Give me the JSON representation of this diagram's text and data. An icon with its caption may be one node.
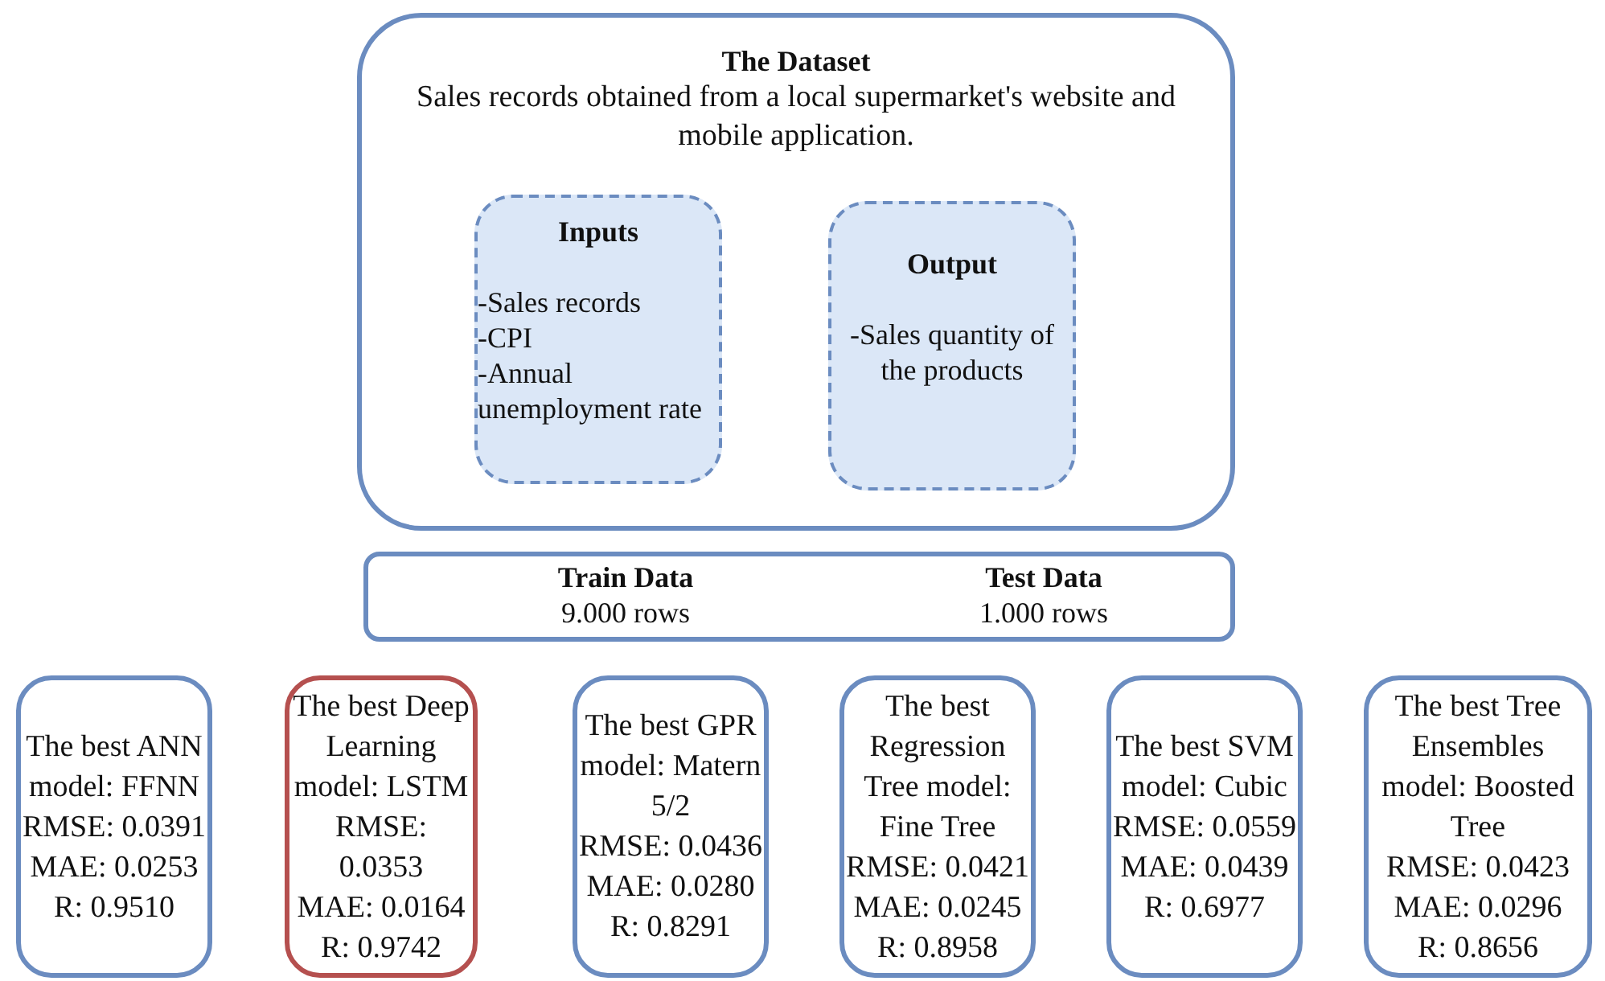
{
  "diagram": {
    "nodes": [
      {
        "text": [
          "The Dataset",
          "Sales records obtained from a local supermarket's website and mobile application."
        ]
      },
      {
        "text": [
          "Inputs",
          "-Sales records",
          "-CPI",
          "-Annual unemployment rate"
        ],
        "in": 0
      },
      {
        "text": [
          "Output",
          "-Sales quantity of the products"
        ],
        "in": 0
      },
      {
        "text": [
          "Train Data",
          "9.000 rows",
          "Test Data",
          "1.000 rows"
        ]
      },
      {
        "text": [
          "The best ANN model: FFNN",
          "RMSE: 0.0391",
          "MAE: 0.0253",
          "R: 0.9510"
        ]
      },
      {
        "text": [
          "The best Deep Learning model: LSTM",
          "RMSE: 0.0353",
          "MAE: 0.0164",
          "R: 0.9742"
        ]
      },
      {
        "text": [
          "The best GPR model: Matern 5/2",
          "RMSE: 0.0436",
          "MAE: 0.0280",
          "R: 0.8291"
        ]
      },
      {
        "text": [
          "The best Regression Tree model: Fine Tree",
          "RMSE: 0.0421",
          "MAE: 0.0245",
          "R: 0.8958"
        ]
      },
      {
        "text": [
          "The best SVM model: Cubic",
          "RMSE: 0.0559",
          "MAE: 0.0439",
          "R: 0.6977"
        ]
      },
      {
        "text": [
          "The best Tree Ensembles model: Boosted Tree",
          "RMSE: 0.0423",
          "MAE: 0.0296",
          "R: 0.8656"
        ]
      }
    ],
    "edges": []
  }
}
